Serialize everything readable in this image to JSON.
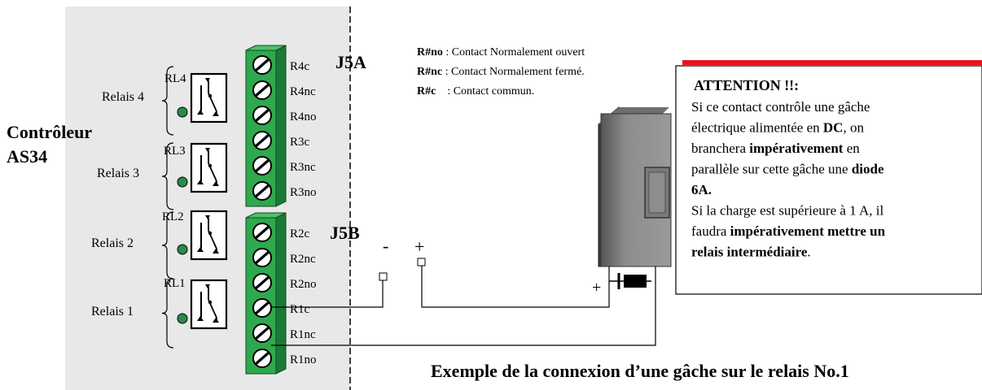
{
  "controller": {
    "name_line1": "Contrôleur",
    "name_line2": "AS34"
  },
  "relays": [
    {
      "group": "Relais 4",
      "tag": "RL4"
    },
    {
      "group": "Relais 3",
      "tag": "RL3"
    },
    {
      "group": "Relais 2",
      "tag": "RL2"
    },
    {
      "group": "Relais 1",
      "tag": "RL1"
    }
  ],
  "connectors": {
    "j5a": {
      "name": "J5A",
      "terminals": [
        "R4c",
        "R4nc",
        "R4no",
        "R3c",
        "R3nc",
        "R3no"
      ]
    },
    "j5b": {
      "name": "J5B",
      "terminals": [
        "R2c",
        "R2nc",
        "R2no",
        "R1c",
        "R1nc",
        "R1no"
      ]
    }
  },
  "legend": [
    {
      "code": "R#no",
      "sep": " : ",
      "desc": "Contact Normalement ouvert"
    },
    {
      "code": "R#nc",
      "sep": " : ",
      "desc": "Contact Normalement fermé."
    },
    {
      "code": "R#c",
      "sep": "    : ",
      "desc": "Contact commun."
    }
  ],
  "power": {
    "minus": "-",
    "plus": "+",
    "strike_plus": "+"
  },
  "attention": {
    "title": "ATTENTION !!:",
    "lines": [
      [
        {
          "t": "Si ce contact contrôle une gâche",
          "b": false
        }
      ],
      [
        {
          "t": "électrique alimentée en ",
          "b": false
        },
        {
          "t": "DC",
          "b": true
        },
        {
          "t": ", on",
          "b": false
        }
      ],
      [
        {
          "t": "branchera   ",
          "b": false
        },
        {
          "t": "impérativement",
          "b": true
        },
        {
          "t": "    en",
          "b": false
        }
      ],
      [
        {
          "t": "parallèle sur cette gâche une ",
          "b": false
        },
        {
          "t": "diode",
          "b": true
        }
      ],
      [
        {
          "t": "6A.",
          "b": true
        }
      ],
      [
        {
          "t": " Si la charge est supérieure à 1 A,  il",
          "b": false
        }
      ],
      [
        {
          "t": "faudra ",
          "b": false
        },
        {
          "t": "impérativement mettre un",
          "b": true
        }
      ],
      [
        {
          "t": "relais intermédiaire",
          "b": true
        },
        {
          "t": ".",
          "b": false
        }
      ]
    ],
    "accent_color": "#e8141b"
  },
  "caption": "Exemple de la connexion d’une gâche sur le relais No.1",
  "colors": {
    "terminal_green": "#2fa84f",
    "terminal_dark": "#1b7a34",
    "panel_gray": "#e8e8e8",
    "led_green": "#2d8a4c"
  }
}
